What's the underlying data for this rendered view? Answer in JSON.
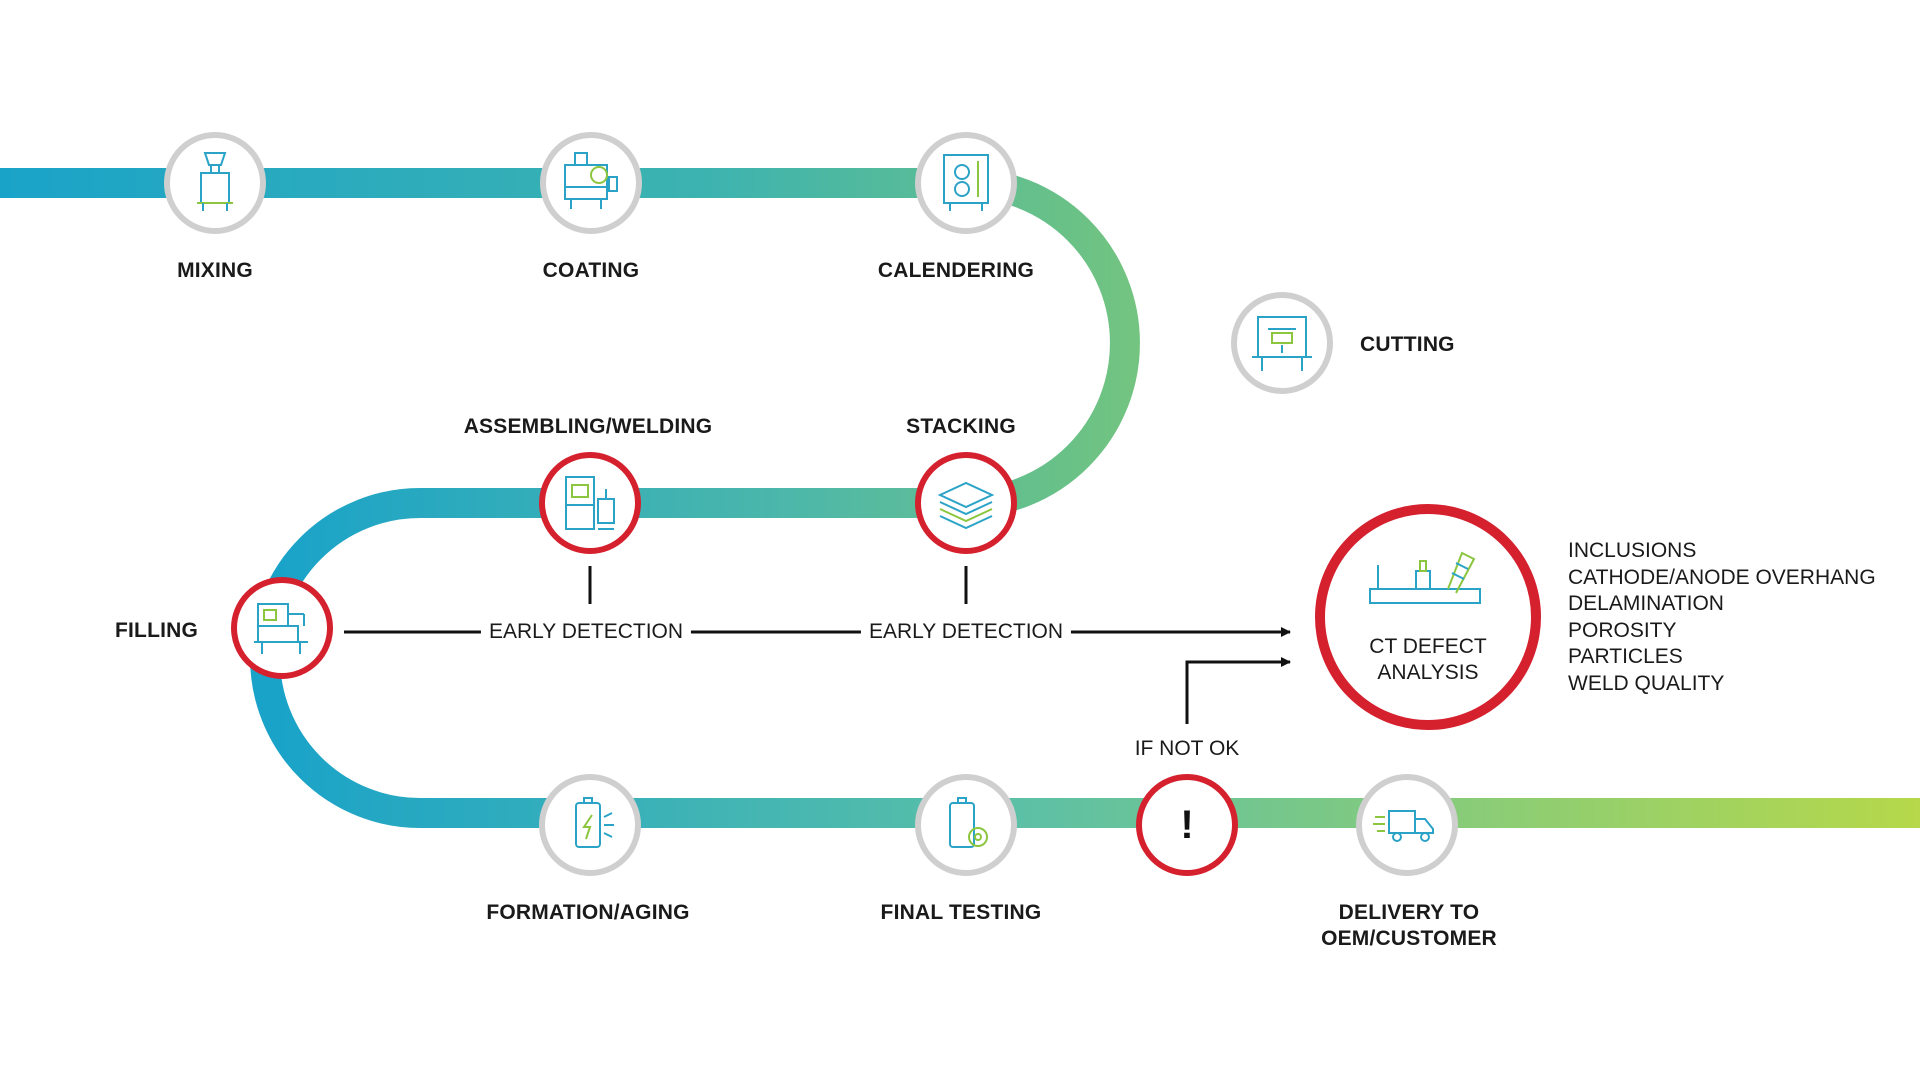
{
  "colors": {
    "track_start": "#1aa3c9",
    "track_mid": "#5cc0a6",
    "track_end": "#b6d84a",
    "node_ring_gray": "#cfcfcf",
    "node_ring_red": "#d5202e",
    "icon_stroke": "#2ba3c7",
    "icon_accent": "#8cc63f",
    "text": "#1a1a1a"
  },
  "steps": {
    "mixing": {
      "label": "MIXING",
      "icon": "mixer-icon"
    },
    "coating": {
      "label": "COATING",
      "icon": "coating-machine-icon"
    },
    "calendering": {
      "label": "CALENDERING",
      "icon": "calender-rollers-icon"
    },
    "cutting": {
      "label": "CUTTING",
      "icon": "cutting-press-icon"
    },
    "stacking": {
      "label": "STACKING",
      "icon": "layer-stack-icon"
    },
    "assembling": {
      "label": "ASSEMBLING/WELDING",
      "icon": "welding-machine-icon"
    },
    "filling": {
      "label": "FILLING",
      "icon": "filling-machine-icon"
    },
    "formation": {
      "label": "FORMATION/AGING",
      "icon": "battery-charge-icon"
    },
    "final_testing": {
      "label": "FINAL TESTING",
      "icon": "battery-gear-icon"
    },
    "not_ok": {
      "label": "IF NOT OK",
      "glyph": "!",
      "icon": "exclamation-icon"
    },
    "delivery": {
      "label_line1": "DELIVERY TO",
      "label_line2": "OEM/CUSTOMER",
      "icon": "delivery-truck-icon"
    }
  },
  "detection": {
    "left_label": "EARLY DETECTION",
    "right_label": "EARLY DETECTION"
  },
  "ct_analysis": {
    "line1": "CT DEFECT",
    "line2": "ANALYSIS",
    "icon": "ct-scanner-icon"
  },
  "defects": [
    "INCLUSIONS",
    "CATHODE/ANODE OVERHANG",
    "DELAMINATION",
    "POROSITY",
    "PARTICLES",
    "WELD QUALITY"
  ]
}
